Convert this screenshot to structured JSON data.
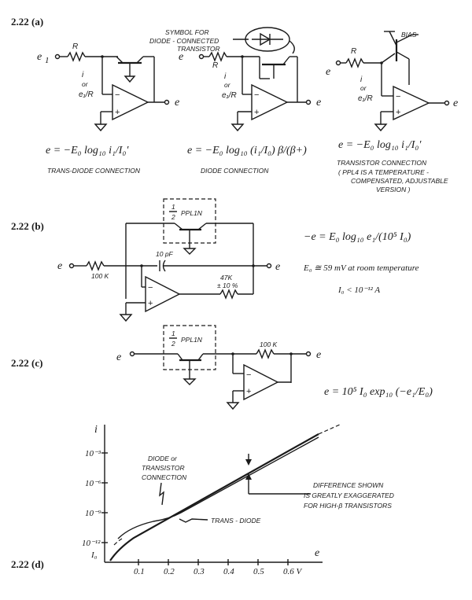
{
  "figures": {
    "a": {
      "label": "2.22 (a)",
      "symbol_note_line1": "SYMBOL FOR",
      "symbol_note_line2": "DIODE - CONNECTED",
      "symbol_note_line3": "TRANSISTOR",
      "bias": "BIAS",
      "resistor": "R",
      "input": "e",
      "output": "e",
      "current_i1": "i",
      "current_or": "or",
      "current_e1r": "e₁/R",
      "eq_trans_diode": "e = −E₀ log₁₀ i₁/I₀′",
      "eq_diode": "e = −E₀ log₁₀ (i₁/I₀) β/(β+)",
      "eq_transistor": "e = −E₀ log₁₀ i₁/I₀′",
      "caption_trans_diode": "TRANS-DIODE CONNECTION",
      "caption_diode": "DIODE CONNECTION",
      "caption_transistor": "TRANSISTOR CONNECTION",
      "note_line1": "( PPL4 IS A TEMPERATURE -",
      "note_line2": "COMPENSATED, ADJUSTABLE",
      "note_line3": "VERSION )"
    },
    "b": {
      "label": "2.22 (b)",
      "half": "1",
      "half_den": "2",
      "part": "PPL1N",
      "cap": "10 pF",
      "r_in": "100 K",
      "r_fb_line1": "47K",
      "r_fb_line2": "± 10 %",
      "eq": "−e = E₀ log₁₀ e₁/(10⁵ I₀)",
      "e0_text": "E₀ ≅ 59 mV at room temperature",
      "i0_text": "I₀ < 10⁻¹² A"
    },
    "c": {
      "label": "2.22 (c)",
      "half": "1",
      "half_den": "2",
      "part": "PPL1N",
      "r_fb": "100 K",
      "eq": "e = 10⁵ I₀ exp₁₀ (−e₁/E₀)"
    },
    "d": {
      "label": "2.22 (d)",
      "y_axis_label": "i",
      "x_axis_label": "e",
      "y_ticks": [
        "10⁻³",
        "10⁻⁶",
        "10⁻⁹",
        "10⁻¹²",
        "I₀"
      ],
      "x_ticks": [
        "0.1",
        "0.2",
        "0.3",
        "0.4",
        "0.5",
        "0.6 V"
      ],
      "label_diode_line1": "DIODE or",
      "label_diode_line2": "TRANSISTOR",
      "label_diode_line3": "CONNECTION",
      "label_trans_diode": "TRANS - DIODE",
      "diff_line1": "DIFFERENCE SHOWN",
      "diff_line2": "IS GREATLY EXAGGERATED",
      "diff_line3": "FOR HIGH-β TRANSISTORS"
    }
  }
}
